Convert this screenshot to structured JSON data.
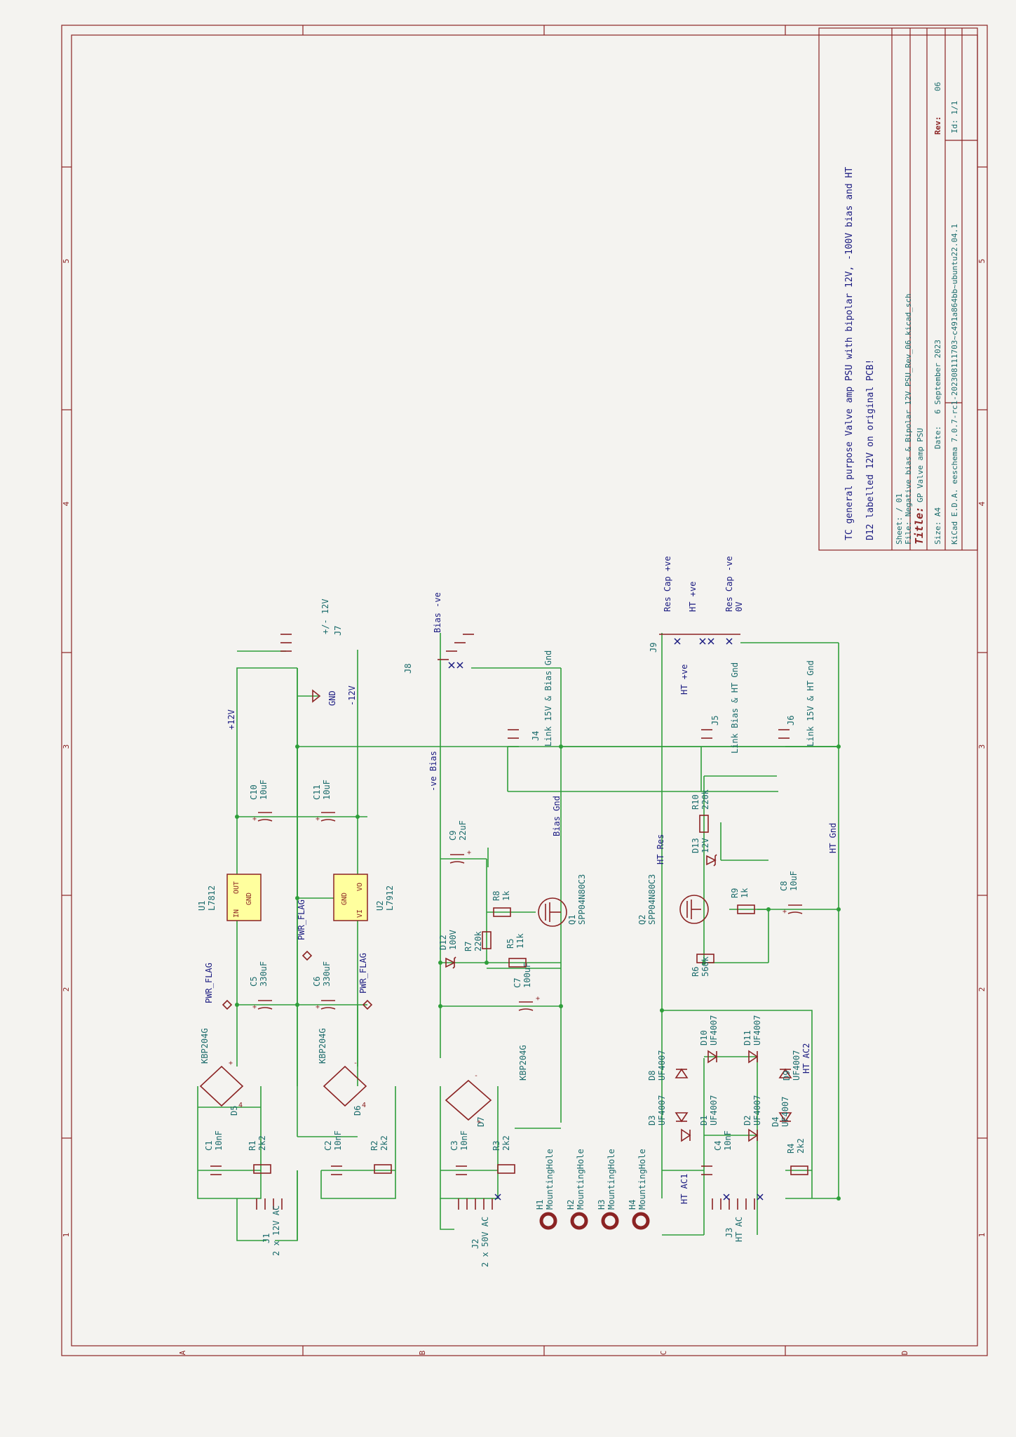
{
  "colors": {
    "wire": "#2e9e3a",
    "component": "#8b2323",
    "label": "#1b6b6b",
    "netlabel": "#1a1a80",
    "regulator_fill": "#ffff9e",
    "frame": "#8b2323",
    "paper": "#f4f3f0"
  },
  "frame": {
    "cols": [
      "1",
      "2",
      "3",
      "4",
      "5"
    ],
    "rows": [
      "A",
      "B",
      "C",
      "D"
    ]
  },
  "title_block": {
    "comment1": "TC general purpose Valve amp PSU with bipolar 12V, -100V bias and HT",
    "comment2": "D12 labelled 12V on original PCB!",
    "sheet": "Sheet: / 01",
    "file": "File: Negative bias & Bipolar 12V PSU_Rev_06.kicad_sch",
    "title_label": "Title:",
    "title": "GP Valve amp PSU",
    "size": "Size: A4",
    "date_label": "Date:",
    "date": "6 September 2023",
    "rev_label": "Rev:",
    "rev": "06",
    "tool": "KiCad E.D.A.  eeschema 7.0.7-rc1-202308111703~c491a864bb~ubuntu22.04.1",
    "id": "Id: 1/1"
  },
  "components": {
    "U1": {
      "ref": "U1",
      "value": "L7812",
      "in": "IN",
      "gnd": "GND",
      "out": "OUT"
    },
    "U2": {
      "ref": "U2",
      "value": "L7912",
      "vi": "VI",
      "gnd": "GND",
      "vo": "VO"
    },
    "C1": {
      "ref": "C1",
      "value": "10nF"
    },
    "C2": {
      "ref": "C2",
      "value": "10nF"
    },
    "C3": {
      "ref": "C3",
      "value": "10nF"
    },
    "C4": {
      "ref": "C4",
      "value": "10nF"
    },
    "C5": {
      "ref": "C5",
      "value": "330uF"
    },
    "C6": {
      "ref": "C6",
      "value": "330uF"
    },
    "C7": {
      "ref": "C7",
      "value": "100uF"
    },
    "C8": {
      "ref": "C8",
      "value": "10uF"
    },
    "C9": {
      "ref": "C9",
      "value": "22uF"
    },
    "C10": {
      "ref": "C10",
      "value": "10uF"
    },
    "C11": {
      "ref": "C11",
      "value": "10uF"
    },
    "R1": {
      "ref": "R1",
      "value": "2k2"
    },
    "R2": {
      "ref": "R2",
      "value": "2k2"
    },
    "R3": {
      "ref": "R3",
      "value": "2k2"
    },
    "R4": {
      "ref": "R4",
      "value": "2k2"
    },
    "R5": {
      "ref": "R5",
      "value": "11k"
    },
    "R6": {
      "ref": "R6",
      "value": "560k"
    },
    "R7": {
      "ref": "R7",
      "value": "220k"
    },
    "R8": {
      "ref": "R8",
      "value": "1k"
    },
    "R9": {
      "ref": "R9",
      "value": "1k"
    },
    "R10": {
      "ref": "R10",
      "value": "220k"
    },
    "D5": {
      "ref": "D5",
      "value": "KBP204G"
    },
    "D6": {
      "ref": "D6",
      "value": "KBP204G"
    },
    "D7": {
      "ref": "D7",
      "value": "KBP204G"
    },
    "D1": {
      "ref": "D1",
      "value": "UF4007"
    },
    "D2": {
      "ref": "D2",
      "value": "UF4007"
    },
    "D3": {
      "ref": "D3",
      "value": "UF4007"
    },
    "D4": {
      "ref": "D4",
      "value": "UF4007"
    },
    "D8": {
      "ref": "D8",
      "value": "UF4007"
    },
    "D9": {
      "ref": "D9",
      "value": "UF4007"
    },
    "D10": {
      "ref": "D10",
      "value": "UF4007"
    },
    "D11": {
      "ref": "D11",
      "value": "UF4007"
    },
    "D12": {
      "ref": "D12",
      "value": "100V"
    },
    "D13": {
      "ref": "D13",
      "value": "12V"
    },
    "Q1": {
      "ref": "Q1",
      "value": "SPP04N80C3"
    },
    "Q2": {
      "ref": "Q2",
      "value": "SPP04N80C3"
    },
    "H1": {
      "ref": "H1",
      "value": "MountingHole"
    },
    "H2": {
      "ref": "H2",
      "value": "MountingHole"
    },
    "H3": {
      "ref": "H3",
      "value": "MountingHole"
    },
    "H4": {
      "ref": "H4",
      "value": "MountingHole"
    },
    "J1": {
      "ref": "J1",
      "value": "2 x 12V AC"
    },
    "J2": {
      "ref": "J2",
      "value": "2 x 50V AC"
    },
    "J3": {
      "ref": "J3",
      "value": "HT AC"
    },
    "J4": {
      "ref": "J4",
      "value": "Link 15V & Bias Gnd"
    },
    "J5": {
      "ref": "J5",
      "value": "Link Bias & HT Gnd"
    },
    "J6": {
      "ref": "J6",
      "value": "Link 15V & HT Gnd"
    },
    "J7": {
      "ref": "J7",
      "value": "+/- 12V"
    },
    "J8": {
      "ref": "J8",
      "value": ""
    },
    "J9": {
      "ref": "J9",
      "value": ""
    }
  },
  "nets": {
    "p12v": "+12V",
    "m12v": "-12V",
    "gnd": "GND",
    "pwr_flag": "PWR_FLAG",
    "bias_neg": "-ve Bias",
    "bias_minus": "Bias -ve",
    "bias_gnd": "Bias Gnd",
    "ht_res": "HT Res",
    "ht_pos": "HT +ve",
    "ht_gnd": "HT Gnd",
    "ht_ac1": "HT AC1",
    "ht_ac2": "HT AC2",
    "res_cap_pos": "Res Cap +ve",
    "res_cap_neg": "Res Cap -ve",
    "zero_v": "0V"
  }
}
